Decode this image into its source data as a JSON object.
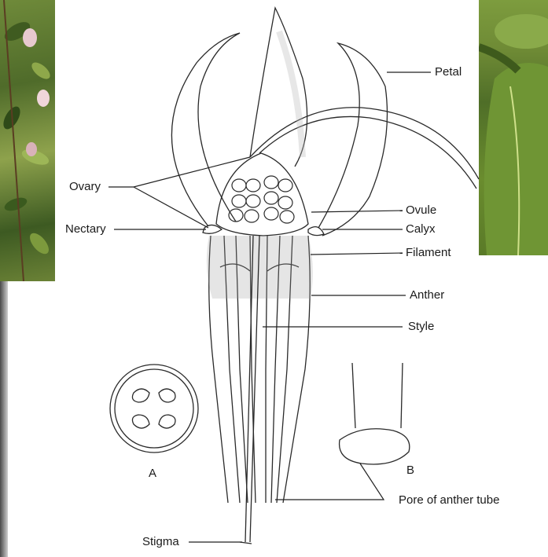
{
  "labels": {
    "petal": "Petal",
    "ovary": "Ovary",
    "ovule": "Ovule",
    "nectary": "Nectary",
    "calyx": "Calyx",
    "filament": "Filament",
    "anther": "Anther",
    "style": "Style",
    "stigma": "Stigma",
    "pore": "Pore of anther tube",
    "inset_a": "A",
    "inset_b": "B"
  },
  "colors": {
    "line": "#222222",
    "background": "#ffffff",
    "leaf_green": "#6e8a35",
    "flower_pink": "#e7c9cf"
  }
}
